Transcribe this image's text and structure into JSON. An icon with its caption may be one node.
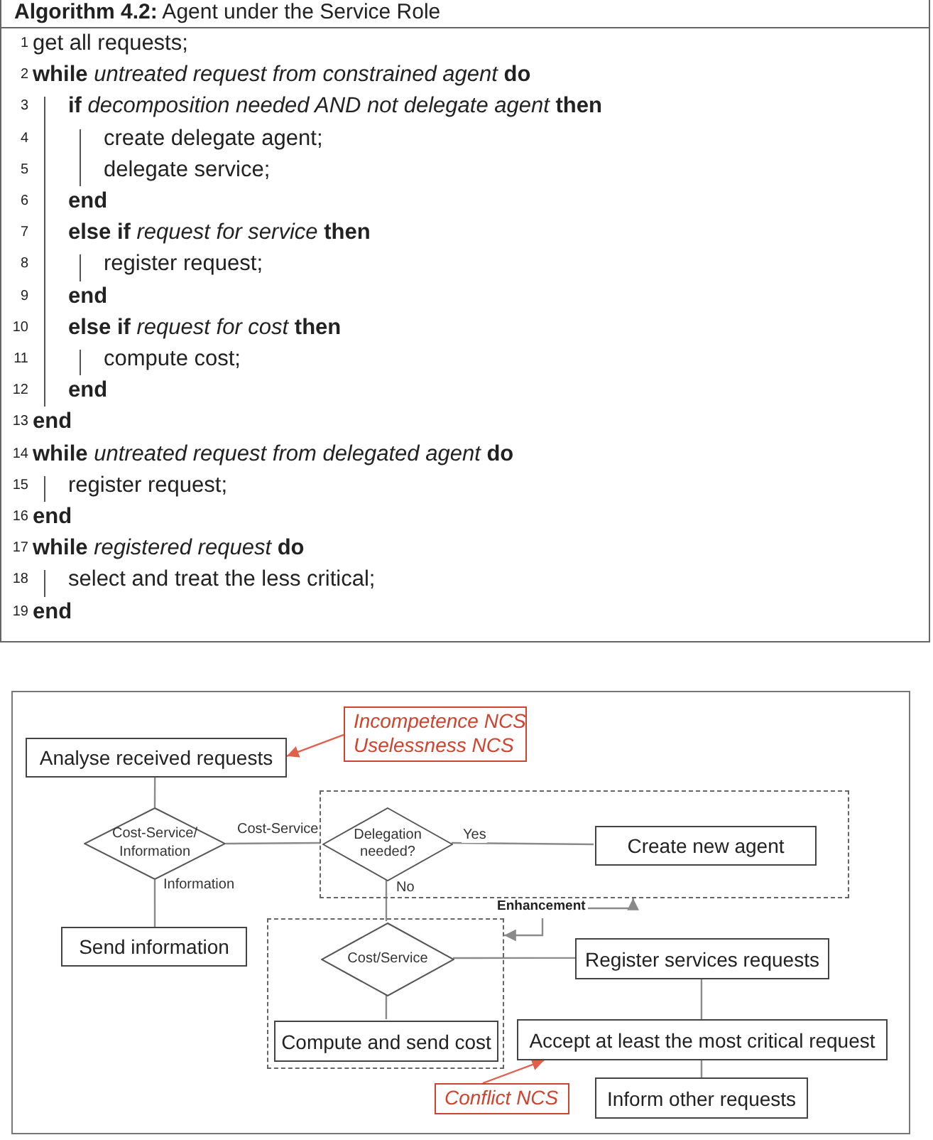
{
  "diagram": {
    "title": "**Algorithm 4.2:** Agent under the Service Role",
    "nodes": [
      {
        "text": [
          "Analyse received requests"
        ]
      },
      {
        "text": [
          "Incompetence NCS",
          "Uselessness NCS"
        ]
      },
      {
        "text": [],
        "shape": "box"
      },
      {
        "text": [
          "Cost-Service/ Information"
        ]
      },
      {
        "text": [
          "Delegation needed?"
        ],
        "in": 2
      },
      {
        "text": [
          "Create new agent"
        ],
        "in": 2
      },
      {
        "text": [
          "Enhancement"
        ]
      },
      {
        "text": [
          "Send information"
        ]
      },
      {
        "text": [],
        "shape": "box"
      },
      {
        "text": [
          "Cost/Service"
        ],
        "in": 8
      },
      {
        "text": [
          "Register services requests"
        ]
      },
      {
        "text": [
          "Compute and send cost"
        ],
        "in": 8
      },
      {
        "text": [
          "Accept at least the most critical request"
        ]
      },
      {
        "text": [
          "Conflict NCS"
        ]
      },
      {
        "text": [
          "Inform other requests"
        ]
      }
    ],
    "edges": [
      {
        "from": 0,
        "to": 3,
        "arrow": "none"
      },
      {
        "from": 1,
        "to": 0,
        "arrow": "to",
        "color": "#e0604c"
      },
      {
        "from": 3,
        "to": 4,
        "arrow": "none",
        "label": "Cost-Service"
      },
      {
        "from": 3,
        "to": 7,
        "arrow": "none",
        "label": "Information"
      },
      {
        "from": 4,
        "to": 5,
        "arrow": "none",
        "label": "Yes"
      },
      {
        "from": 4,
        "to": 9,
        "arrow": "none",
        "label": "No"
      },
      {
        "from": 6,
        "to": 2,
        "arrow": "to"
      },
      {
        "from": 6,
        "to": 8,
        "arrow": "to"
      },
      {
        "from": 9,
        "to": 10,
        "arrow": "none"
      },
      {
        "from": 9,
        "to": 11,
        "arrow": "none"
      },
      {
        "from": 10,
        "to": 12,
        "arrow": "none"
      },
      {
        "from": 12,
        "to": 14,
        "arrow": "none"
      },
      {
        "from": 13,
        "to": 12,
        "arrow": "to",
        "color": "#e0604c"
      }
    ],
    "labels": [
      "1",
      "get all requests;",
      "2",
      "**while** *untreated request from constrained agent* **do**",
      "3",
      "**if** *decomposition needed AND not delegate agent* **then**",
      "4",
      "create delegate agent;",
      "5",
      "delegate service;",
      "6",
      "**end**",
      "7",
      "**else if** *request for service* **then**",
      "8",
      "register request;",
      "9",
      "**end**",
      "10",
      "**else if** *request for cost* **then**",
      "11",
      "compute cost;",
      "12",
      "**end**",
      "13",
      "**end**",
      "14",
      "**while** *untreated request from delegated agent* **do**",
      "15",
      "register request;",
      "16",
      "**end**",
      "17",
      "**while** *registered request* **do**",
      "18",
      "select and treat the less critical;",
      "19",
      "**end**"
    ]
  }
}
